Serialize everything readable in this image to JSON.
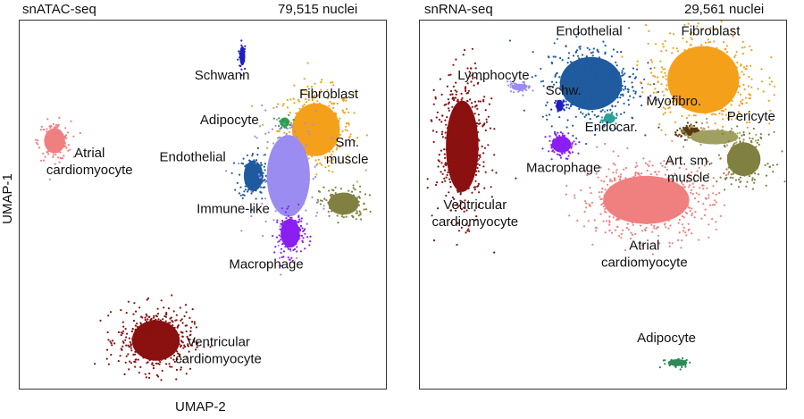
{
  "chart_data": [
    {
      "type": "scatter",
      "title": "snATAC-seq",
      "subtitle": "79,515 nuclei",
      "xlabel": "UMAP-2",
      "ylabel": "UMAP-1",
      "xlim": [
        0,
        100
      ],
      "ylim": [
        0,
        100
      ],
      "grid": false,
      "clusters": [
        {
          "name": "Schwann",
          "label": [
            "Schwann"
          ],
          "color": "#1f1fbf",
          "x": 60.5,
          "y": 90.5,
          "sx": 0.6,
          "sy": 2.0,
          "n": 30,
          "lx": 55,
          "ly": 84
        },
        {
          "name": "Fibroblast",
          "label": [
            "Fibroblast"
          ],
          "color": "#f5a01a",
          "x": 80.5,
          "y": 70.5,
          "sx": 5.0,
          "sy": 5.5,
          "n": 420,
          "lx": 84,
          "ly": 79
        },
        {
          "name": "Adipocyte",
          "label": [
            "Adipocyte"
          ],
          "color": "#2e9f4f",
          "x": 72.0,
          "y": 72.5,
          "sx": 1.0,
          "sy": 1.0,
          "n": 25,
          "lx": 57,
          "ly": 72
        },
        {
          "name": "Atrial cardiomyocyte",
          "label": [
            "Atrial",
            "cardiomyocyte"
          ],
          "color": "#f08080",
          "x": 9.5,
          "y": 67.5,
          "sx": 2.2,
          "sy": 2.6,
          "n": 140,
          "lx": 19,
          "ly": 63
        },
        {
          "name": "Endothelial",
          "label": [
            "Endothelial"
          ],
          "color": "#1f5b9e",
          "x": 63.5,
          "y": 58.0,
          "sx": 2.0,
          "sy": 3.2,
          "n": 160,
          "lx": 47,
          "ly": 62
        },
        {
          "name": "Sm. muscle",
          "label": [
            "Sm.",
            "muscle"
          ],
          "color": "#808040",
          "x": 88.0,
          "y": 50.5,
          "sx": 3.2,
          "sy": 2.3,
          "n": 140,
          "lx": 89,
          "ly": 66
        },
        {
          "name": "Immune-like",
          "label": [
            "Immune-like"
          ],
          "color": "#9b8cf2",
          "x": 73.0,
          "y": 58.0,
          "sx": 4.5,
          "sy": 8.5,
          "n": 170,
          "lx": 58,
          "ly": 48
        },
        {
          "name": "Macrophage",
          "label": [
            "Macrophage"
          ],
          "color": "#8b1ff2",
          "x": 73.5,
          "y": 42.5,
          "sx": 2.0,
          "sy": 3.0,
          "n": 170,
          "lx": 67,
          "ly": 33
        },
        {
          "name": "Ventricular cardiomyocyte",
          "label": [
            "Ventricular",
            "cardiomyocyte"
          ],
          "color": "#8b1010",
          "x": 37.0,
          "y": 13.5,
          "sx": 5.0,
          "sy": 4.2,
          "n": 520,
          "lx": 54,
          "ly": 12
        }
      ]
    },
    {
      "type": "scatter",
      "title": "snRNA-seq",
      "subtitle": "29,561 nuclei",
      "xlabel": "",
      "ylabel": "",
      "xlim": [
        0,
        100
      ],
      "ylim": [
        0,
        100
      ],
      "grid": false,
      "clusters": [
        {
          "name": "Endothelial",
          "label": [
            "Endothelial"
          ],
          "color": "#1f5b9e",
          "x": 46.5,
          "y": 83.0,
          "sx": 6.5,
          "sy": 5.5,
          "n": 420,
          "lx": 46,
          "ly": 96
        },
        {
          "name": "Fibroblast",
          "label": [
            "Fibroblast"
          ],
          "color": "#f5a01a",
          "x": 77.0,
          "y": 84.0,
          "sx": 7.5,
          "sy": 7.0,
          "n": 480,
          "lx": 79,
          "ly": 96
        },
        {
          "name": "Lymphocyte",
          "label": [
            "Lymphocyte"
          ],
          "color": "#9b8cf2",
          "x": 27.0,
          "y": 82.0,
          "sx": 1.6,
          "sy": 0.7,
          "n": 50,
          "lx": 20,
          "ly": 84
        },
        {
          "name": "Schw.",
          "label": [
            "Schw."
          ],
          "color": "#1f1fbf",
          "x": 38.0,
          "y": 77.0,
          "sx": 0.8,
          "sy": 1.2,
          "n": 20,
          "lx": 39,
          "ly": 80
        },
        {
          "name": "Endocar.",
          "label": [
            "Endocar."
          ],
          "color": "#2aa198",
          "x": 51.5,
          "y": 73.5,
          "sx": 1.2,
          "sy": 1.0,
          "n": 40,
          "lx": 52,
          "ly": 70
        },
        {
          "name": "Myofibro.",
          "label": [
            "Myofibro."
          ],
          "color": "#5b3a10",
          "x": 73.5,
          "y": 70.0,
          "sx": 2.0,
          "sy": 0.9,
          "n": 45,
          "lx": 69,
          "ly": 77
        },
        {
          "name": "Pericyte",
          "label": [
            "Pericyte"
          ],
          "color": "#a0a060",
          "x": 80.0,
          "y": 68.5,
          "sx": 5.0,
          "sy": 1.5,
          "n": 110,
          "lx": 90,
          "ly": 73
        },
        {
          "name": "Art. sm. muscle",
          "label": [
            "Art. sm.",
            "muscle"
          ],
          "color": "#808040",
          "x": 88.0,
          "y": 62.5,
          "sx": 3.5,
          "sy": 3.5,
          "n": 170,
          "lx": 73,
          "ly": 61
        },
        {
          "name": "Ventricular cardiomyocyte",
          "label": [
            "Ventricular",
            "cardiomyocyte"
          ],
          "color": "#8b1010",
          "x": 11.5,
          "y": 66.0,
          "sx": 3.4,
          "sy": 9.5,
          "n": 520,
          "lx": 15,
          "ly": 49
        },
        {
          "name": "Macrophage",
          "label": [
            "Macrophage"
          ],
          "color": "#8b1ff2",
          "x": 38.5,
          "y": 66.5,
          "sx": 2.0,
          "sy": 1.7,
          "n": 110,
          "lx": 39,
          "ly": 59
        },
        {
          "name": "Atrial cardiomyocyte",
          "label": [
            "Atrial",
            "cardiomyocyte"
          ],
          "color": "#f08080",
          "x": 61.5,
          "y": 51.5,
          "sx": 9.0,
          "sy": 5.0,
          "n": 560,
          "lx": 61,
          "ly": 38
        },
        {
          "name": "Adipocyte",
          "label": [
            "Adipocyte"
          ],
          "color": "#2e8b57",
          "x": 70.0,
          "y": 7.5,
          "sx": 2.0,
          "sy": 0.7,
          "n": 60,
          "lx": 67,
          "ly": 13
        }
      ]
    }
  ]
}
